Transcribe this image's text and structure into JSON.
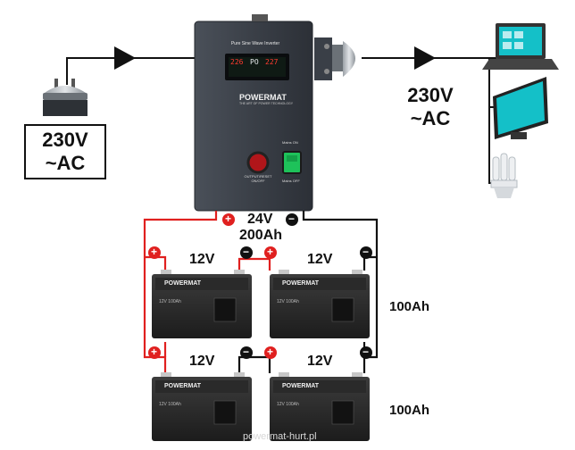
{
  "input": {
    "voltage": "230V",
    "type": "~AC"
  },
  "output": {
    "voltage": "230V",
    "type": "~AC"
  },
  "inverter": {
    "title": "Pure Sine Wave Inverter",
    "brand": "POWERMAT",
    "tagline": "THE ART OF POWER TECHNOLOGY",
    "display_left": "226",
    "display_mid": "PO",
    "display_right": "227",
    "button_label": "OUTPUT/RESET",
    "button_sub": "ON/OFF",
    "switch_on": "Mains ON",
    "switch_off": "Mains OFF"
  },
  "bank": {
    "voltage": "24V",
    "capacity": "200Ah"
  },
  "batteries": {
    "label": "12V",
    "brand": "POWERMAT",
    "spec": "12V 100Ah",
    "row_capacity": "100Ah"
  },
  "polarity": {
    "plus": "+",
    "minus": "−"
  },
  "watermark": "powermat-hurt.pl",
  "colors": {
    "positive": "#e0201f",
    "negative": "#111111",
    "inverter_body": "#3b4049",
    "screen": "#14c0c8"
  }
}
